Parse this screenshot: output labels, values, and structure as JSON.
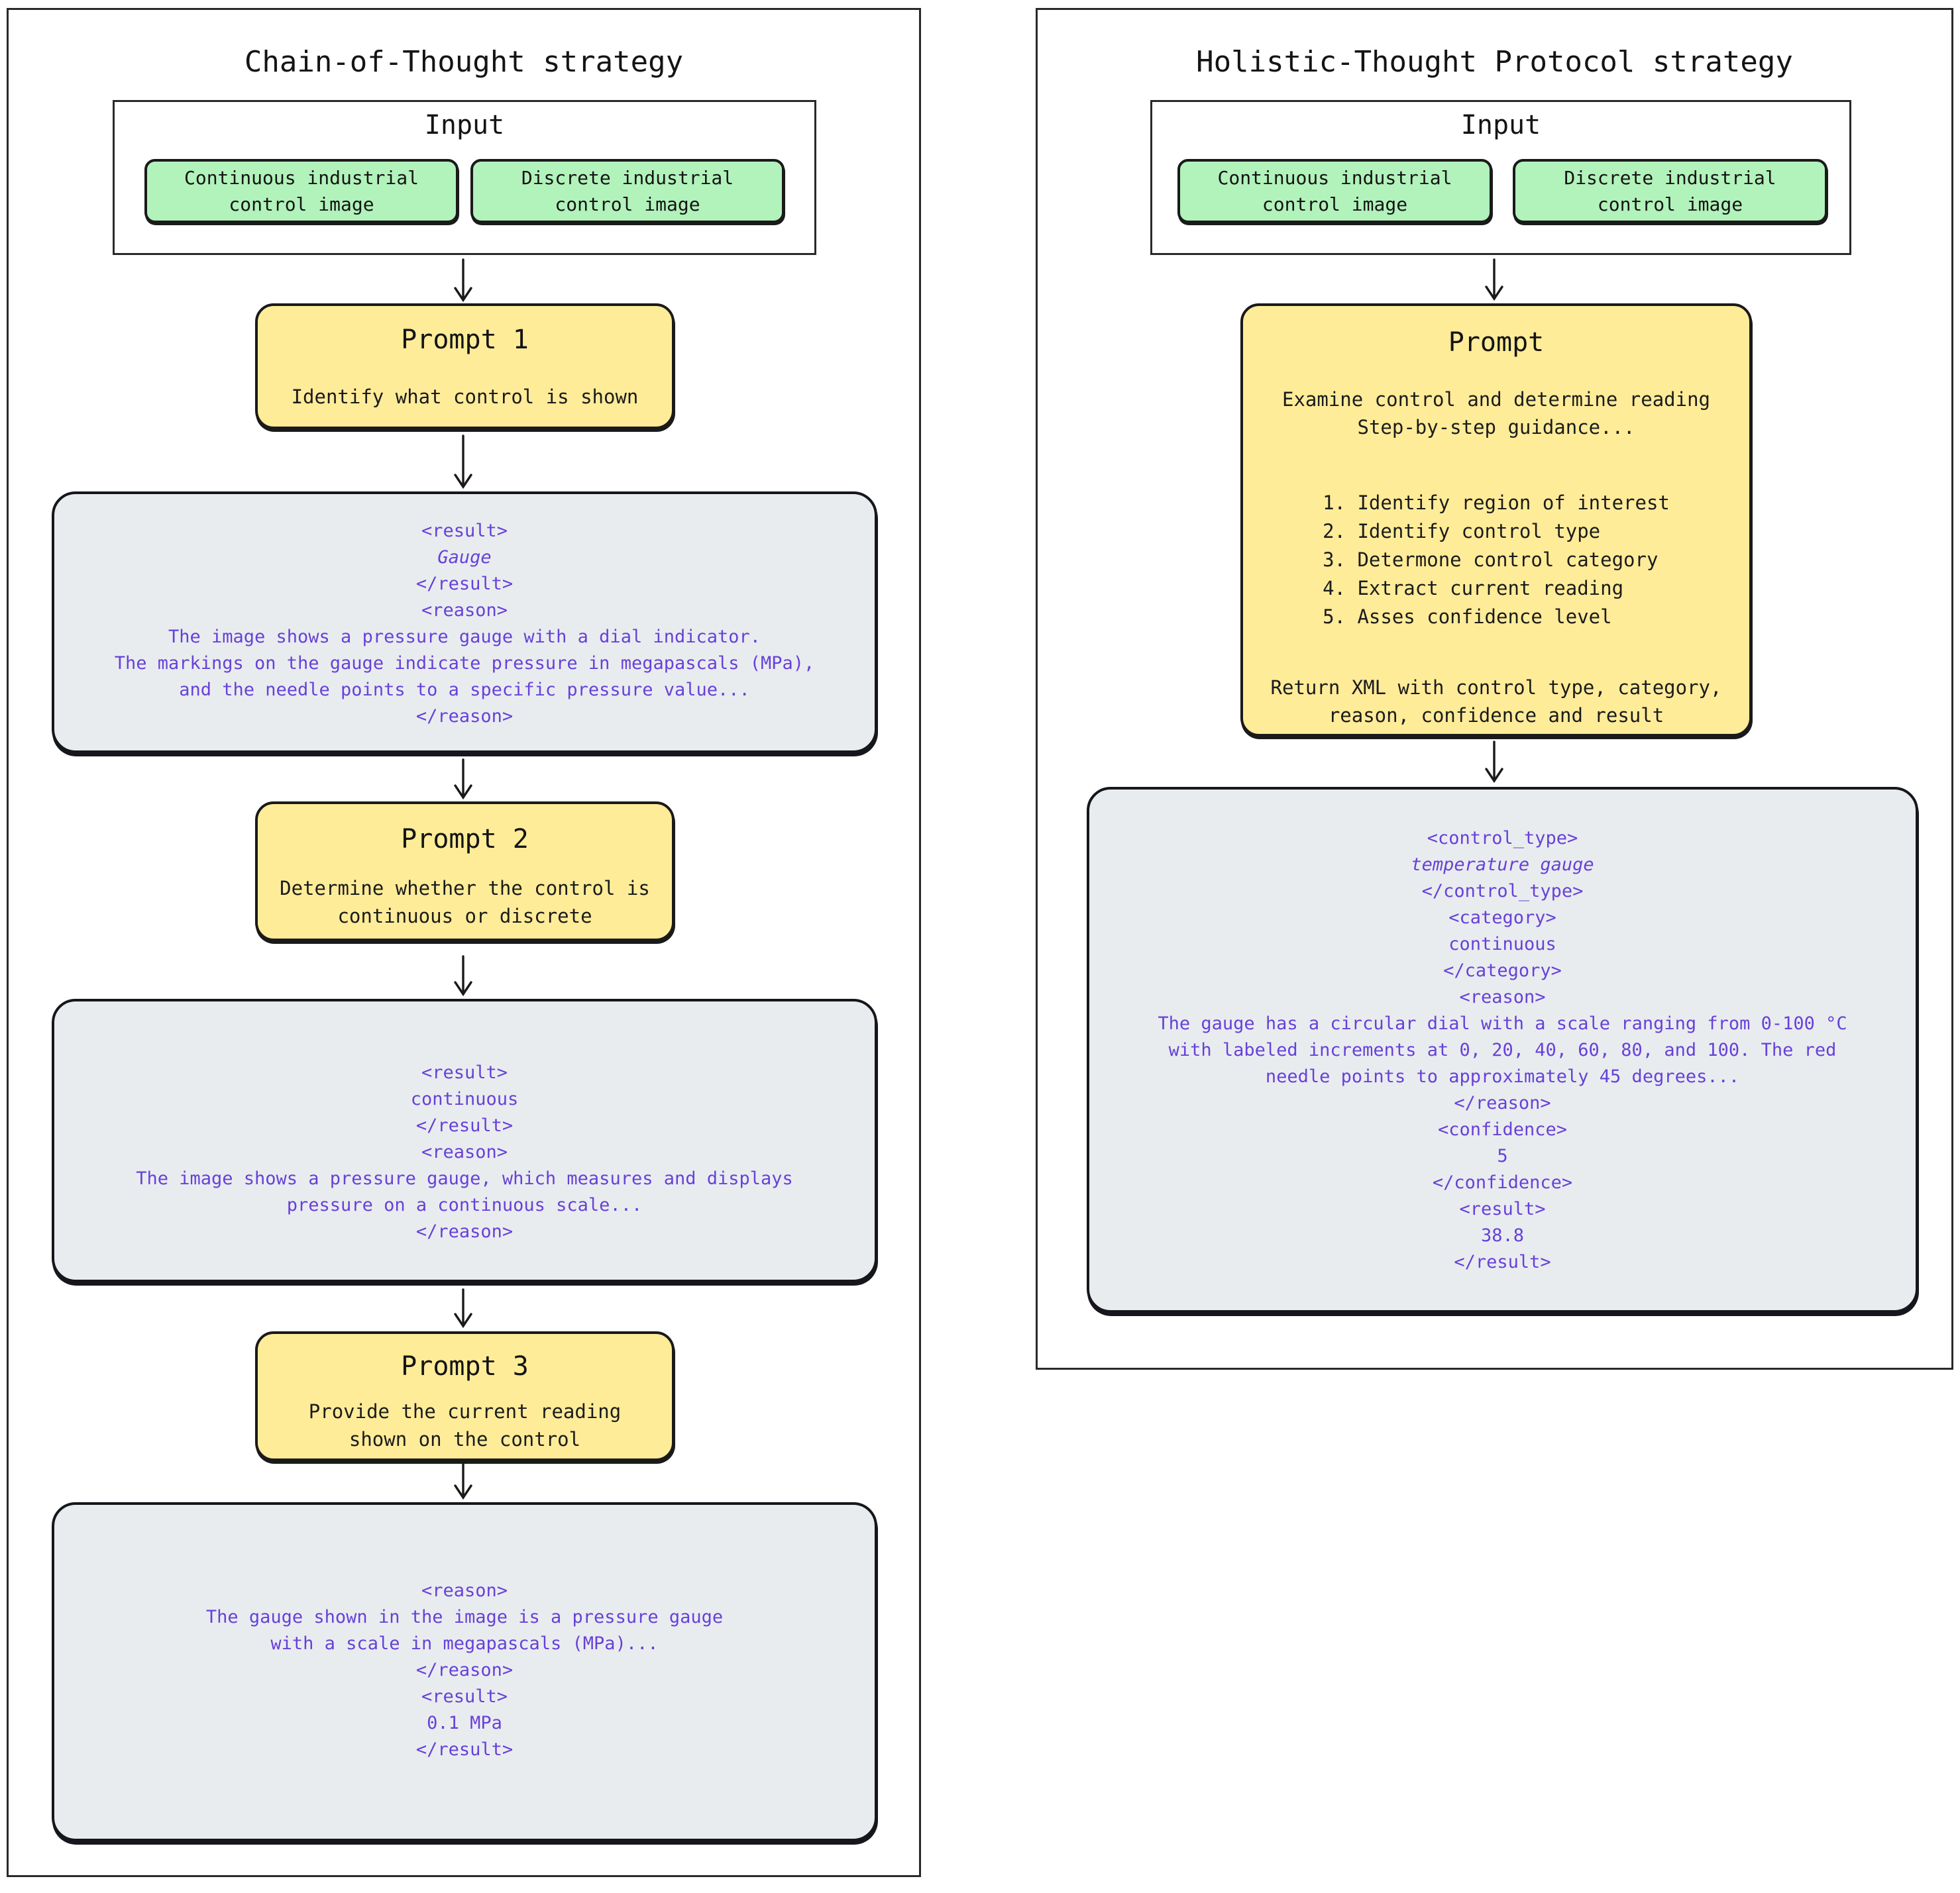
{
  "colors": {
    "yellow": "#ffec99",
    "green": "#b2f2bb",
    "gray_fill": "#e9ecef",
    "purple_text": "#6741d9",
    "ink": "#1a1a1a"
  },
  "left_panel": {
    "title": "Chain-of-Thought strategy",
    "input": {
      "title": "Input",
      "continuous_image_label": "Continuous industrial\ncontrol image",
      "discrete_image_label": "Discrete industrial\ncontrol image"
    },
    "prompt1": {
      "title": "Prompt 1",
      "body": "Identify what control is shown"
    },
    "result1": {
      "lines": [
        "<result>",
        "Gauge",
        "</result>",
        "<reason>",
        "The image shows a pressure gauge with a dial indicator.",
        "The markings on the gauge indicate pressure in megapascals (MPa),",
        "and the needle points to a specific pressure value...",
        "</reason>"
      ]
    },
    "prompt2": {
      "title": "Prompt 2",
      "body": "Determine whether the control is\ncontinuous or discrete"
    },
    "result2": {
      "lines": [
        "<result>",
        "continuous",
        "</result>",
        "<reason>",
        "The image shows a pressure gauge, which measures and displays",
        "pressure on a continuous scale...",
        "</reason>"
      ]
    },
    "prompt3": {
      "title": "Prompt 3",
      "body": "Provide the current reading\nshown on the control"
    },
    "result3": {
      "lines": [
        "<reason>",
        "The gauge shown in the image is a pressure gauge",
        "with a scale in megapascals (MPa)...",
        "</reason>",
        "<result>",
        "0.1 MPa",
        "</result>"
      ]
    }
  },
  "right_panel": {
    "title": "Holistic-Thought Protocol strategy",
    "input": {
      "title": "Input",
      "continuous_image_label": "Continuous industrial\ncontrol image",
      "discrete_image_label": "Discrete industrial\ncontrol image"
    },
    "prompt": {
      "title": "Prompt",
      "intro": "Examine control and determine reading\nStep-by-step guidance...",
      "steps": [
        "1. Identify region of interest",
        "2. Identify control type",
        "3. Determone control category",
        "4. Extract current reading",
        "5. Asses confidence level"
      ],
      "outro": "Return XML with control type, category,\nreason, confidence and result"
    },
    "result": {
      "lines": [
        "<control_type>",
        "temperature gauge",
        "</control_type>",
        "<category>",
        "continuous",
        "</category>",
        "<reason>",
        "The gauge has a circular dial with a scale ranging from 0-100 °C",
        "with labeled increments at 0, 20, 40, 60, 80, and 100. The red",
        "needle points to approximately 45 degrees...",
        "</reason>",
        "<confidence>",
        "5",
        "</confidence>",
        "<result>",
        "38.8",
        "</result>"
      ]
    }
  }
}
